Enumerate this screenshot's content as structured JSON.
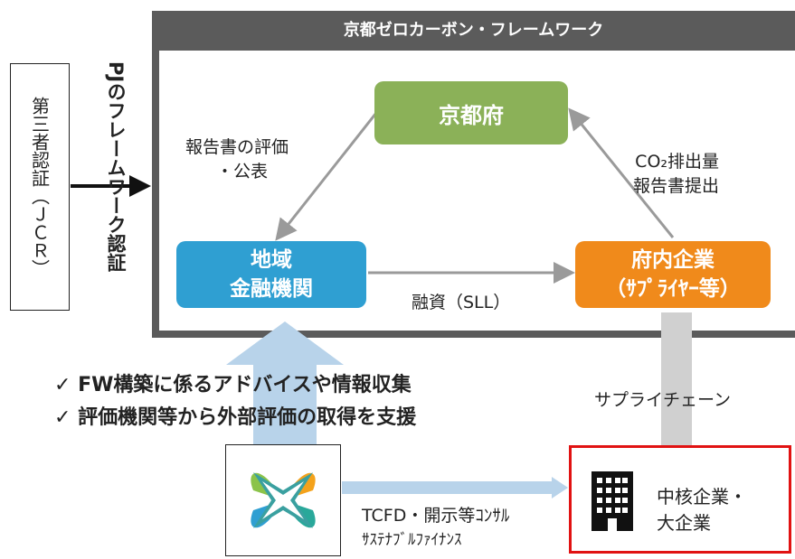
{
  "framework": {
    "title": "京都ゼロカーボン・フレームワーク"
  },
  "nodes": {
    "kyoto": "京都府",
    "bank_line1": "地域",
    "bank_line2": "金融機関",
    "corp_line1": "府内企業",
    "corp_line2": "（ｻﾌﾟﾗｲﾔｰ等）"
  },
  "edges": {
    "report_eval_line1": "報告書の評価",
    "report_eval_line2": "・公表",
    "co2_line1": "CO₂排出量",
    "co2_line2": "報告書提出",
    "financing": "融資（SLL）"
  },
  "third_party": "第三者認証（ＪＣＲ）",
  "pj_cert": "PJのフレームワーク認証",
  "support": {
    "item1": "✓ FW構築に係るアドバイスや情報収集",
    "item2": "✓ 評価機関等から外部評価の取得を支援"
  },
  "supply_chain": "サプライチェーン",
  "consulting": {
    "line1": "TCFD・開示等ｺﾝｻﾙ",
    "line2": "ｻｽﾃﾅﾌﾞﾙﾌｧｲﾅﾝｽ"
  },
  "supplier": {
    "line1": "中核企業・",
    "line2": "大企業"
  },
  "colors": {
    "kyoto": "#8bb158",
    "bank": "#2f9fd2",
    "corp": "#f08a1b",
    "frame": "#5b5b5b",
    "highlight_border": "#e11212",
    "arrow_gray": "#9a9a9a",
    "arrow_blue": "#b8d3ea"
  },
  "icons": {
    "building": "building-icon",
    "logo": "four-leaf-logo"
  }
}
